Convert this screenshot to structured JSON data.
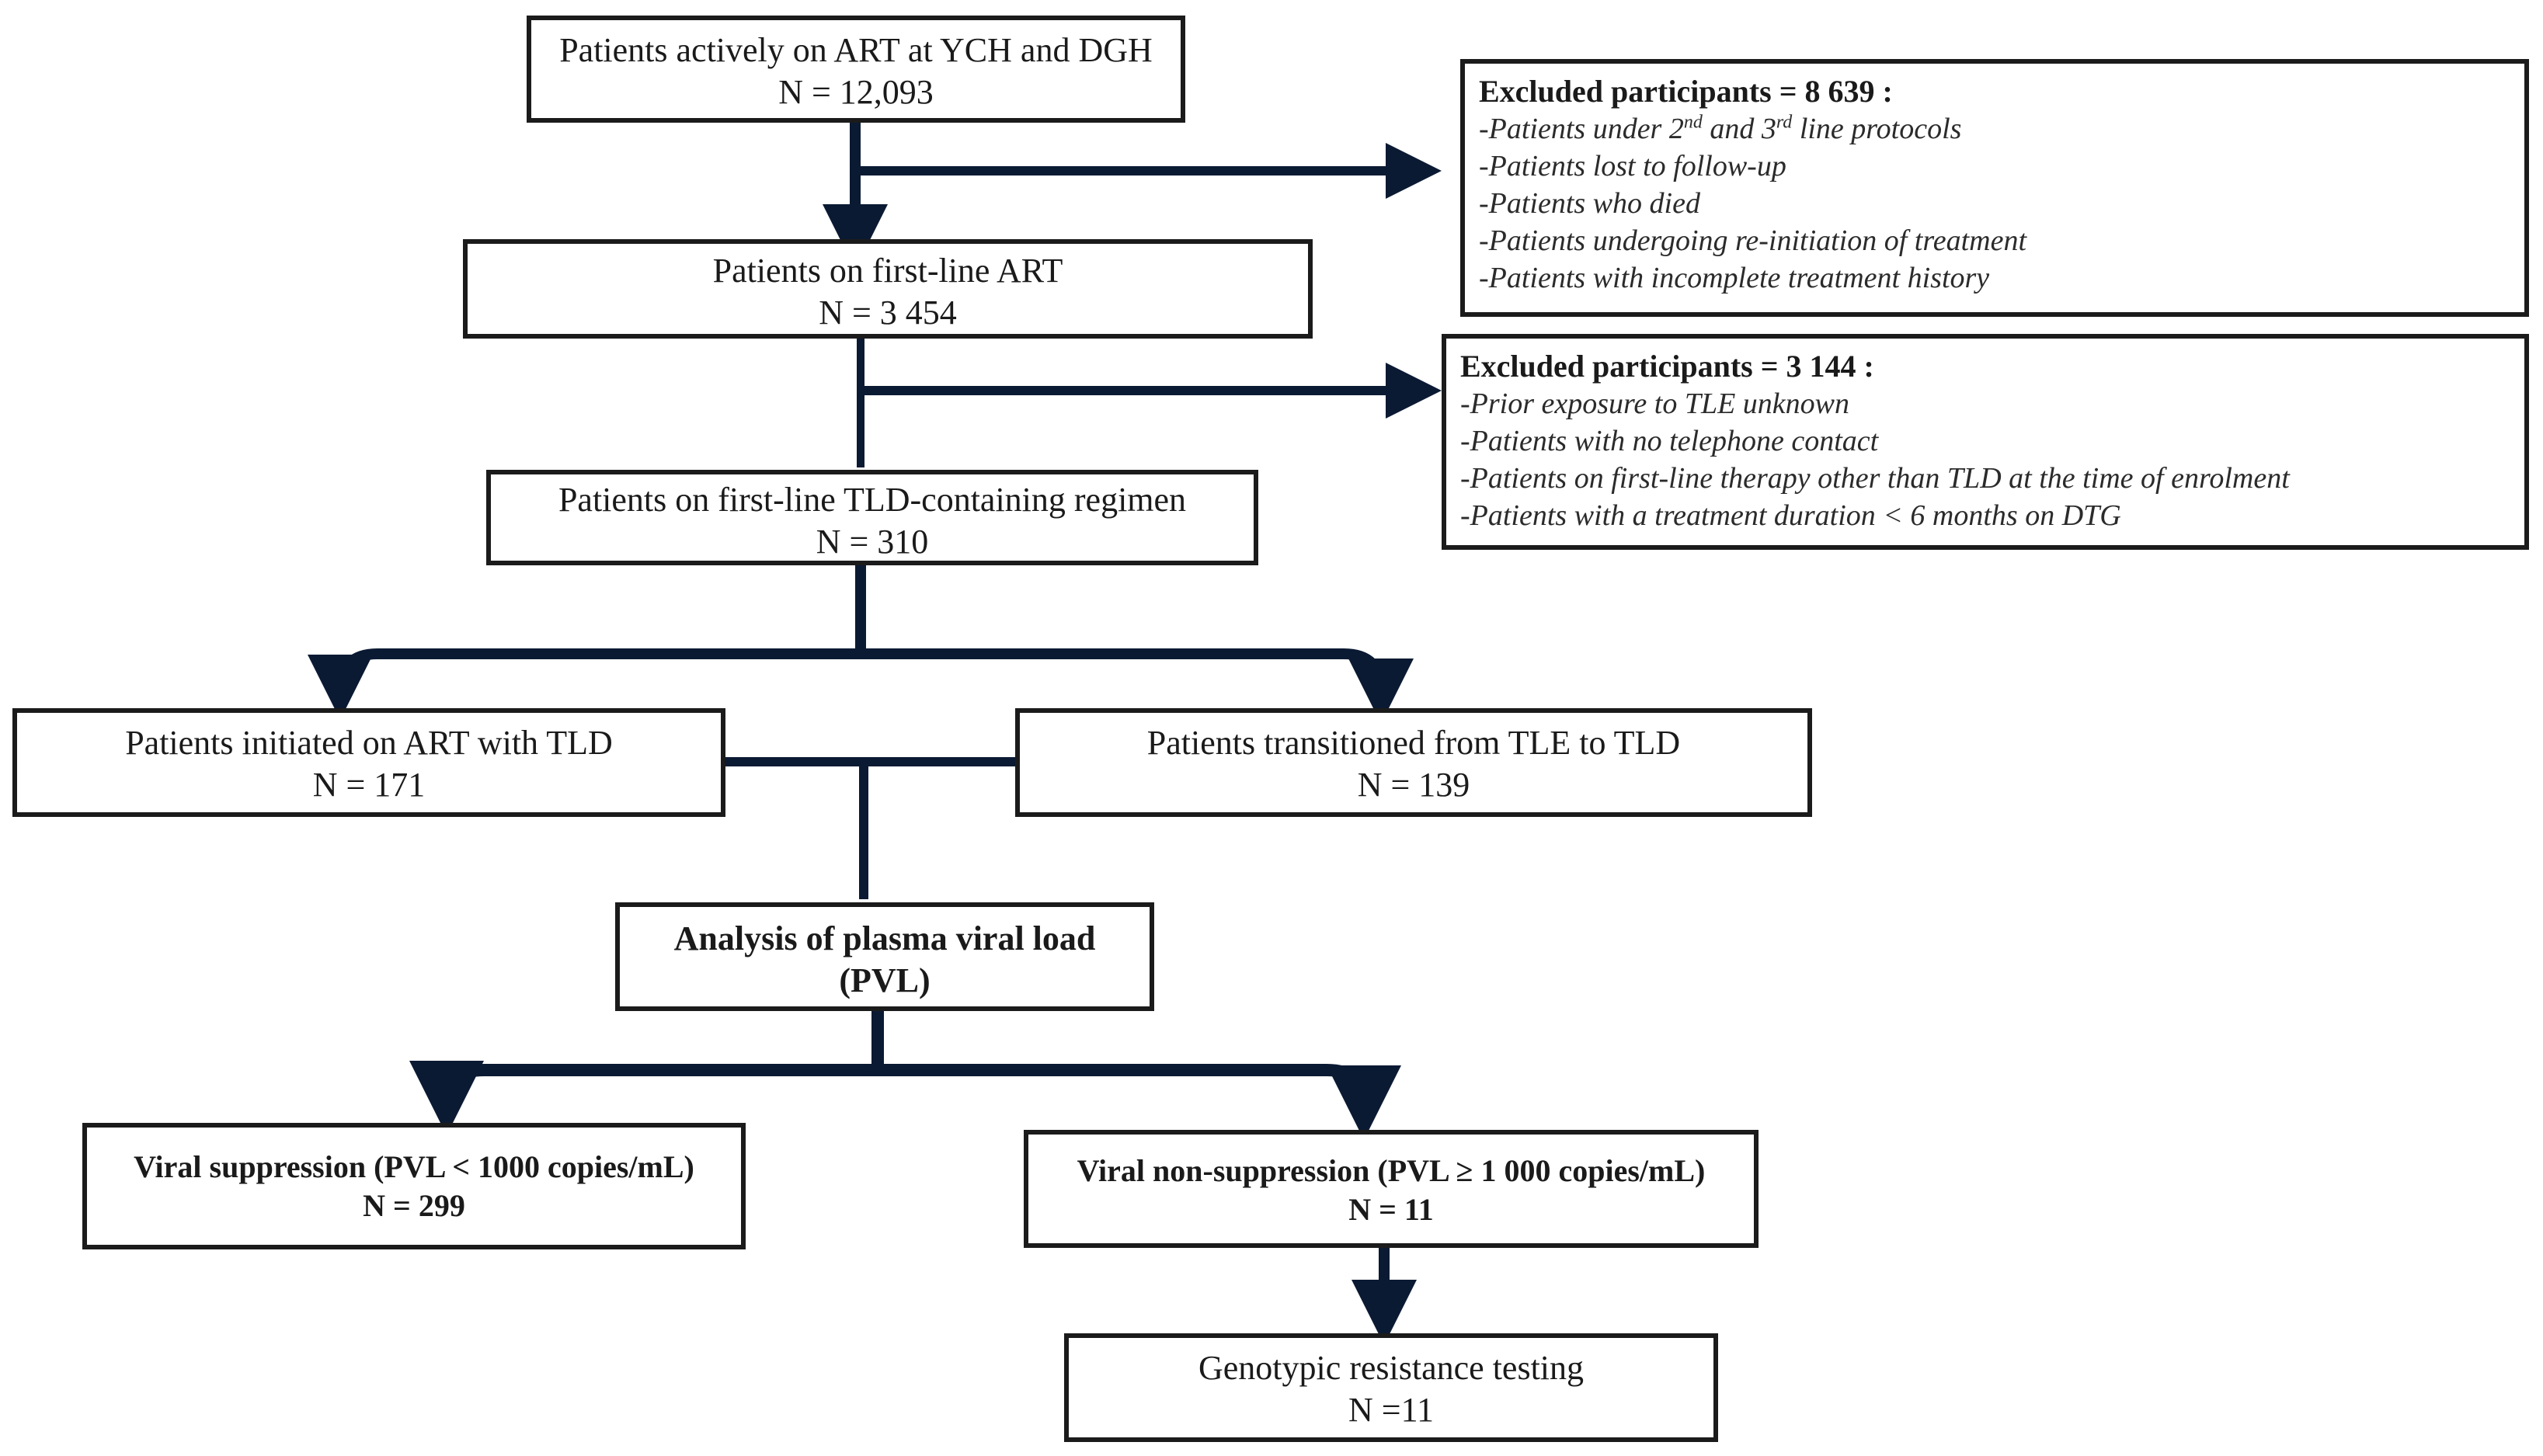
{
  "boxes": {
    "active": {
      "line1": "Patients actively on ART at YCH and DGH",
      "line2": "N = 12,093"
    },
    "first_line": {
      "line1": "Patients on first-line ART",
      "line2": "N = 3 454"
    },
    "tld_regimen": {
      "line1": "Patients on first-line TLD-containing regimen",
      "line2": "N = 310"
    },
    "initiated": {
      "line1": "Patients initiated on ART with TLD",
      "line2": "N = 171"
    },
    "transitioned": {
      "line1": "Patients transitioned from TLE to TLD",
      "line2": "N = 139"
    },
    "pvl": {
      "line1": "Analysis of plasma viral load",
      "line2": "(PVL)"
    },
    "suppression": {
      "line1": "Viral suppression (PVL < 1000 copies/mL)",
      "line2": "N = 299"
    },
    "non_suppression": {
      "line1": "Viral non-suppression (PVL ≥ 1 000 copies/mL)",
      "line2": "N = 11"
    },
    "genotypic": {
      "line1": "Genotypic resistance testing",
      "line2": "N =11"
    }
  },
  "exclusions1": {
    "title": "Excluded participants = 8 639 :",
    "item1_pre": "-Patients under 2",
    "item1_sup1": "nd",
    "item1_mid": " and 3",
    "item1_sup2": "rd",
    "item1_post": " line protocols",
    "item2": "-Patients lost to follow-up",
    "item3": "-Patients who died",
    "item4": "-Patients undergoing re-initiation of treatment",
    "item5": "-Patients with incomplete treatment history"
  },
  "exclusions2": {
    "title": "Excluded participants = 3 144 :",
    "item1": "-Prior exposure to TLE unknown",
    "item2": "-Patients with no telephone contact",
    "item3": "-Patients on first-line therapy other than TLD at the time of enrolment",
    "item4": "-Patients with a treatment duration < 6 months on DTG"
  },
  "colors": {
    "line": "#1b1b1b",
    "arrow": "#0b1a33"
  }
}
